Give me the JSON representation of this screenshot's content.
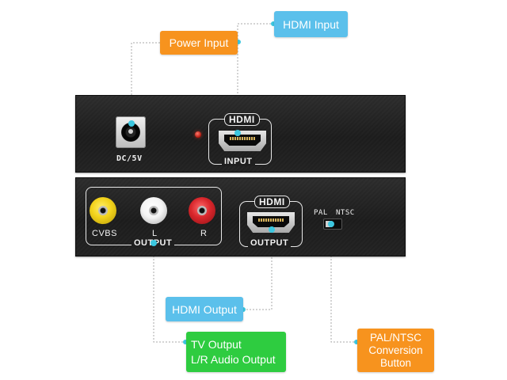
{
  "callouts": {
    "power_input": "Power Input",
    "hdmi_input": "HDMI Input",
    "hdmi_output": "HDMI Output",
    "tv_output_line1": "TV Output",
    "tv_output_line2": "L/R Audio Output",
    "pal_ntsc_line1": "PAL/NTSC",
    "pal_ntsc_line2": "Conversion",
    "pal_ntsc_line3": "Button"
  },
  "device": {
    "dc_label": "DC/5V",
    "hdmi_in_tag": "HDMI",
    "hdmi_in_label": "INPUT",
    "hdmi_out_tag": "HDMI",
    "hdmi_out_label": "OUTPUT",
    "cvbs_label": "CVBS",
    "left_label": "L",
    "right_label": "R",
    "av_output_label": "OUTPUT",
    "pal_label": "PAL",
    "ntsc_label": "NTSC"
  },
  "colors": {
    "callout_orange": "#f7931e",
    "callout_blue": "#5bc0eb",
    "callout_green": "#2ecc40",
    "leader_dot": "#3cc7e0",
    "rca_yellow": "#f2d21b",
    "rca_white": "#f4f4f4",
    "rca_red": "#d8262b"
  }
}
